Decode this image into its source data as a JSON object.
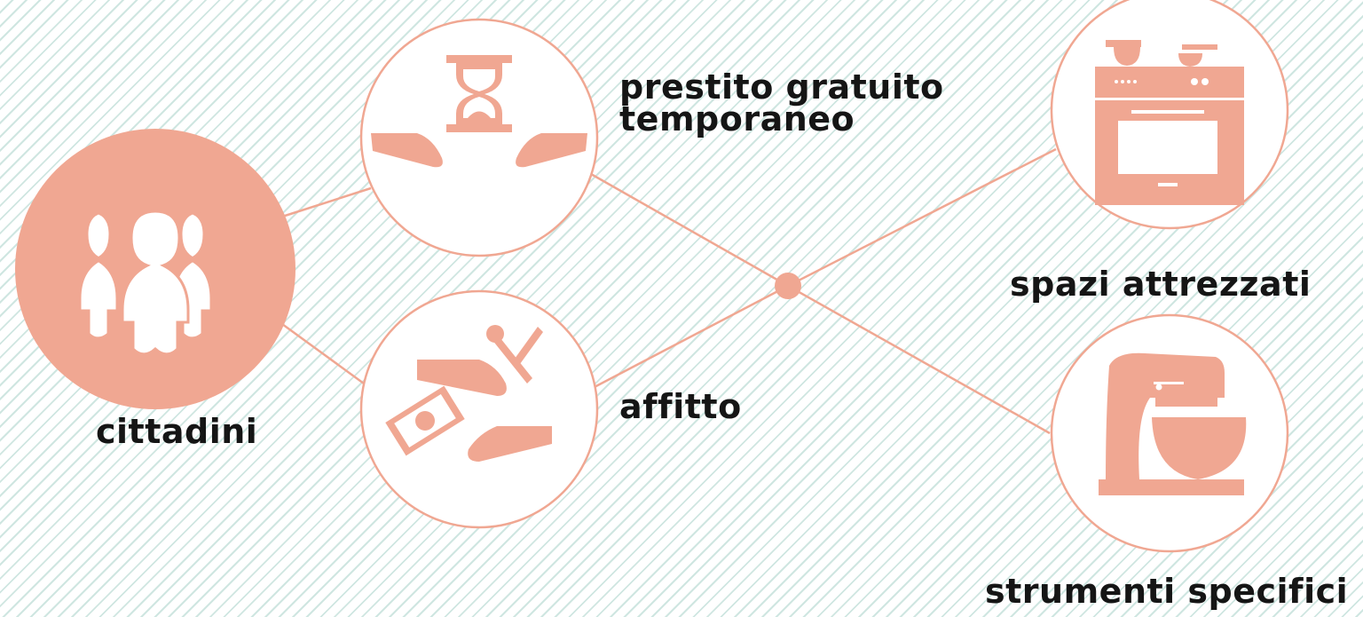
{
  "colors": {
    "accent": "#f0a792",
    "stroke": "#f0a792",
    "text": "#151515",
    "stripe": "#cfe6e1"
  },
  "nodes": {
    "cittadini": {
      "label": "cittadini",
      "icon": "people-group-icon"
    },
    "prestito": {
      "label_line1": "prestito gratuito",
      "label_line2": "temporaneo",
      "icon": "hourglass-hands-icon"
    },
    "affitto": {
      "label": "affitto",
      "icon": "money-tools-exchange-icon"
    },
    "spazi": {
      "label": "spazi attrezzati",
      "icon": "oven-icon"
    },
    "strumenti": {
      "label": "strumenti specifici",
      "icon": "stand-mixer-icon"
    }
  }
}
